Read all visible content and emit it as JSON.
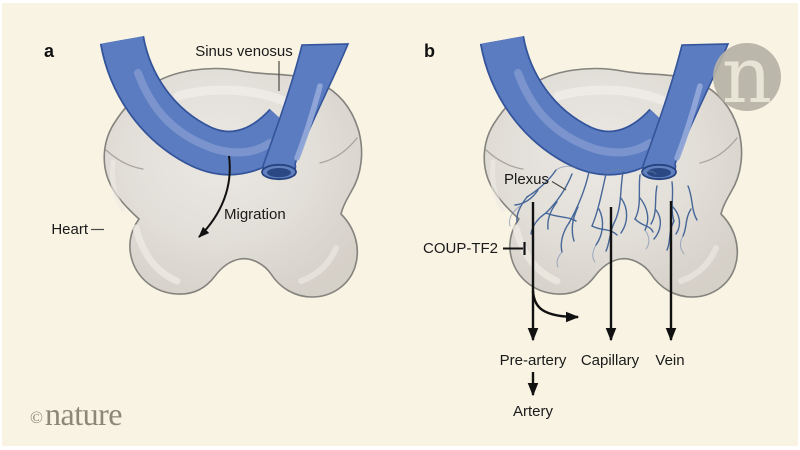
{
  "figure": {
    "panel_a": {
      "letter": "a",
      "sinus_venosus_label": "Sinus venosus",
      "heart_label": "Heart",
      "migration_label": "Migration"
    },
    "panel_b": {
      "letter": "b",
      "plexus_label": "Plexus",
      "coup_tf2_label": "COUP-TF2",
      "pre_artery_label": "Pre-artery",
      "capillary_label": "Capillary",
      "vein_label": "Vein",
      "artery_label": "Artery"
    }
  },
  "branding": {
    "copyright_symbol": "©",
    "wordmark": "nature",
    "monogram": "n"
  },
  "colors": {
    "background": "#f8f3e3",
    "frame": "#ffffff",
    "vessel_blue": "#5b7cc0",
    "vessel_outline": "#33539a",
    "vessel_opening": "#2b4884",
    "heart_fill": "#e0dbd4",
    "heart_outline": "#84837d",
    "plexus_blue": "#3d6095",
    "text": "#1a1a1a",
    "watermark_gray": "#8b8779",
    "monogram_circle": "#b6b2a6",
    "monogram_letter": "#e9e5d6"
  }
}
